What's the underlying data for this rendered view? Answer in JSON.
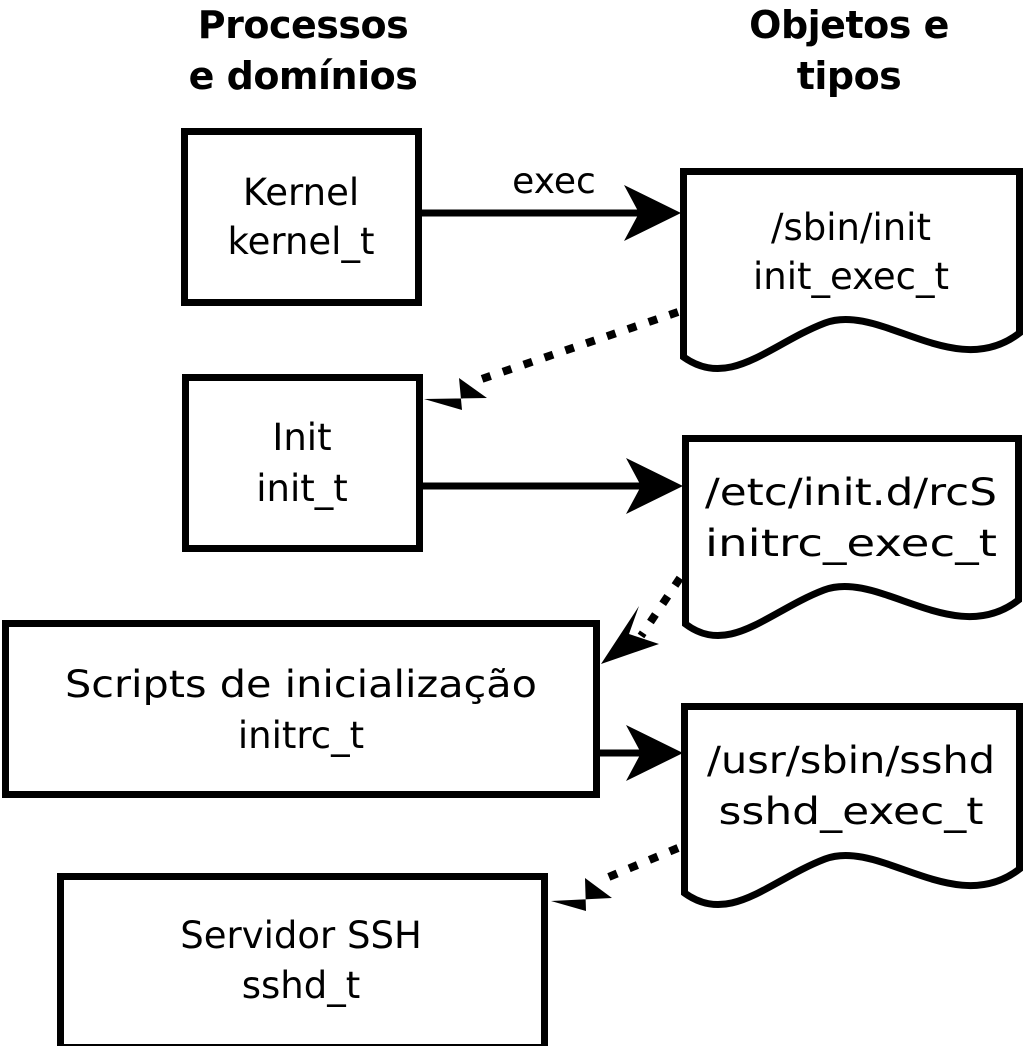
{
  "diagram": {
    "title_left": "Processos\ne domínios",
    "columns": [
      {
        "id": "processes",
        "line1": "Processos",
        "line2": "e domínios"
      },
      {
        "id": "objects",
        "line1": "Objetos e",
        "line2": "tipos"
      }
    ],
    "process_nodes": [
      {
        "id": "kernel",
        "line1": "Kernel",
        "line2": "kernel_t"
      },
      {
        "id": "init",
        "line1": "Init",
        "line2": "init_t"
      },
      {
        "id": "initrc",
        "line1": "Scripts de inicialização",
        "line2": "initrc_t"
      },
      {
        "id": "sshd",
        "line1": "Servidor SSH",
        "line2": "sshd_t"
      }
    ],
    "object_nodes": [
      {
        "id": "init_exec",
        "line1": "/sbin/init",
        "line2": "init_exec_t"
      },
      {
        "id": "initrc_exec",
        "line1": "/etc/init.d/rcS",
        "line2": "initrc_exec_t"
      },
      {
        "id": "sshd_exec",
        "line1": "/usr/sbin/sshd",
        "line2": "sshd_exec_t"
      }
    ],
    "edges": [
      {
        "id": "kernel-exec-init_exec",
        "label": "exec",
        "style": "solid",
        "from": "kernel",
        "to": "init_exec"
      },
      {
        "id": "init_exec-transition-init",
        "label": "",
        "style": "dotted",
        "from": "init_exec",
        "to": "init"
      },
      {
        "id": "init-exec-initrc_exec",
        "label": "",
        "style": "solid",
        "from": "init",
        "to": "initrc_exec"
      },
      {
        "id": "initrc_exec-transition-initrc",
        "label": "",
        "style": "dotted",
        "from": "initrc_exec",
        "to": "initrc"
      },
      {
        "id": "initrc-exec-sshd_exec",
        "label": "",
        "style": "solid",
        "from": "initrc",
        "to": "sshd_exec"
      },
      {
        "id": "sshd_exec-transition-sshd",
        "label": "",
        "style": "dotted",
        "from": "sshd_exec",
        "to": "sshd"
      }
    ],
    "colors": {
      "background": "#ffffff",
      "stroke": "#000000",
      "text": "#000000"
    }
  }
}
